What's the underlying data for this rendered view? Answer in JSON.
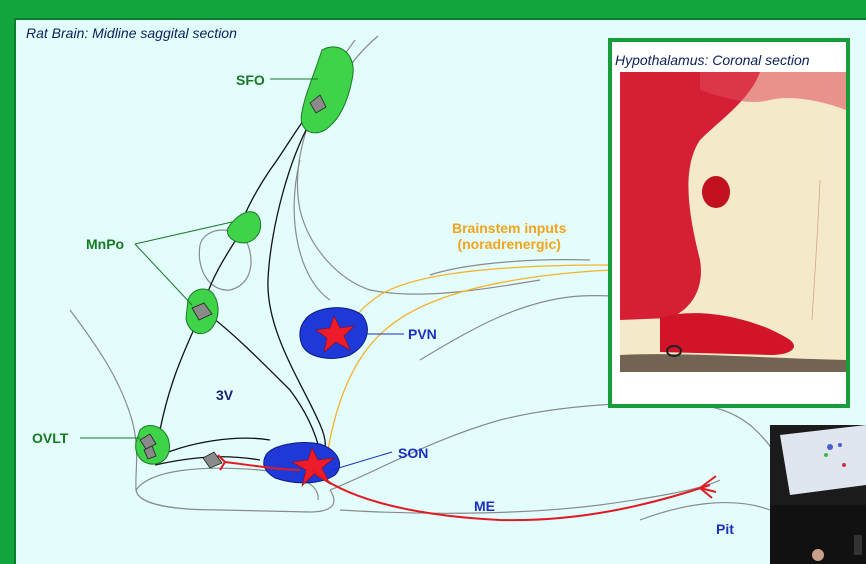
{
  "title": "Rat Brain: Midline saggital section",
  "inset": {
    "title": "Hypothalamus: Coronal section"
  },
  "labels": {
    "sfo": "SFO",
    "mnpo": "MnPo",
    "ovlt": "OVLT",
    "third_ventricle": "3V",
    "pvn": "PVN",
    "son": "SON",
    "me": "ME",
    "pit": "Pit",
    "brainstem_line1": "Brainstem inputs",
    "brainstem_line2": "(noradrenergic)"
  },
  "colors": {
    "frame_green": "#12a53d",
    "panel_bg": "#e3fdfd",
    "nucleus_green": "#3fd34a",
    "nucleus_blue": "#1f39d8",
    "magnocellular_red": "#ee1b2a",
    "axon_red": "#e01a22",
    "brainstem_orange": "#f5b12a",
    "outline_gray": "#888888",
    "label_green": "#157a22",
    "label_blue": "#1b2fbf"
  }
}
